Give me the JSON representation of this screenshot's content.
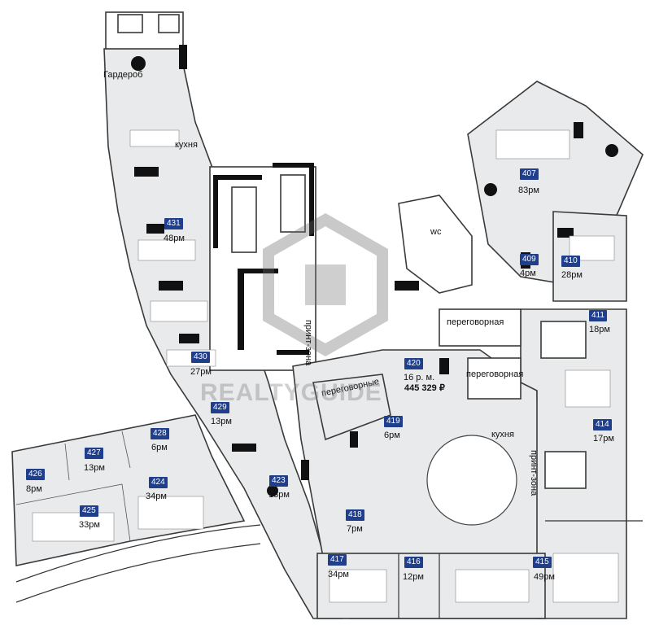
{
  "rooms": [
    {
      "id": "407",
      "capacity": "83рм"
    },
    {
      "id": "409",
      "capacity": "4рм"
    },
    {
      "id": "410",
      "capacity": "28рм"
    },
    {
      "id": "411",
      "capacity": "18рм"
    },
    {
      "id": "414",
      "capacity": "17рм"
    },
    {
      "id": "415",
      "capacity": "49рм"
    },
    {
      "id": "416",
      "capacity": "12рм"
    },
    {
      "id": "417",
      "capacity": "34рм"
    },
    {
      "id": "418",
      "capacity": "7рм"
    },
    {
      "id": "419",
      "capacity": "6рм"
    },
    {
      "id": "420",
      "capacity": "16 р. м."
    },
    {
      "id": "423",
      "capacity": "18рм"
    },
    {
      "id": "424",
      "capacity": "34рм"
    },
    {
      "id": "425",
      "capacity": "33рм"
    },
    {
      "id": "426",
      "capacity": "8рм"
    },
    {
      "id": "427",
      "capacity": "13рм"
    },
    {
      "id": "428",
      "capacity": "6рм"
    },
    {
      "id": "429",
      "capacity": "13рм"
    },
    {
      "id": "430",
      "capacity": "27рм"
    },
    {
      "id": "431",
      "capacity": "48рм"
    }
  ],
  "price_420": "445 329 ₽",
  "labels": {
    "wardrobe": "Гардероб",
    "kitchen_left": "кухня",
    "kitchen_center": "кухня",
    "wc": "wc",
    "meeting_1": "переговорная",
    "meeting_2": "переговорная",
    "meeting_3": "переговорные",
    "print_zone_1": "принт-зона",
    "print_zone_2": "принт-зона"
  },
  "watermark": "REALTYGUIDE",
  "colors": {
    "badge": "#1f3f8c",
    "room_fill": "#e9eaeb",
    "wall": "#111111"
  }
}
